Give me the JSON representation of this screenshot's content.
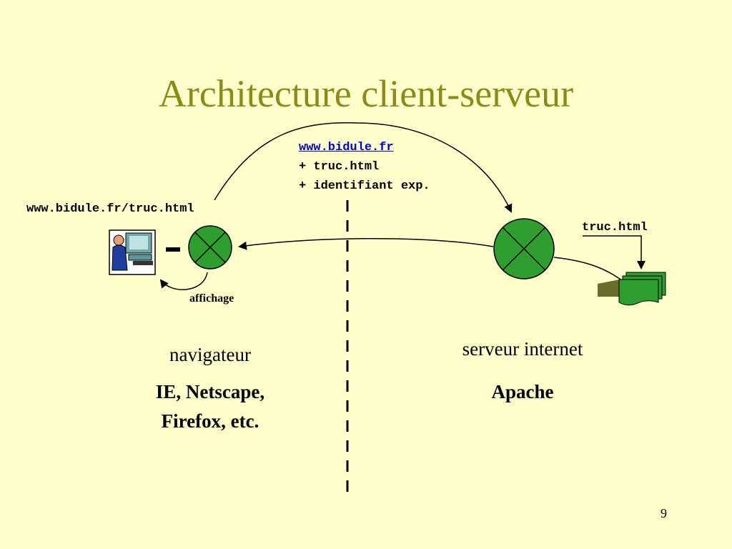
{
  "title": "Architecture client-serveur",
  "request": {
    "url": "www.bidule.fr",
    "line2": "+ truc.html",
    "line3": "+ identifiant exp."
  },
  "client_url": "www.bidule.fr/truc.html",
  "server_file": "truc.html",
  "display_label": "affichage",
  "client": {
    "label": "navigateur",
    "examples_line1": "IE, Netscape,",
    "examples_line2": "Firefox, etc."
  },
  "server": {
    "label": "serveur internet",
    "example": "Apache"
  },
  "page_number": "9",
  "colors": {
    "background": "#ffffcc",
    "title": "#8b8b1a",
    "node_fill": "#2e9e2e",
    "link": "#0000cc"
  }
}
